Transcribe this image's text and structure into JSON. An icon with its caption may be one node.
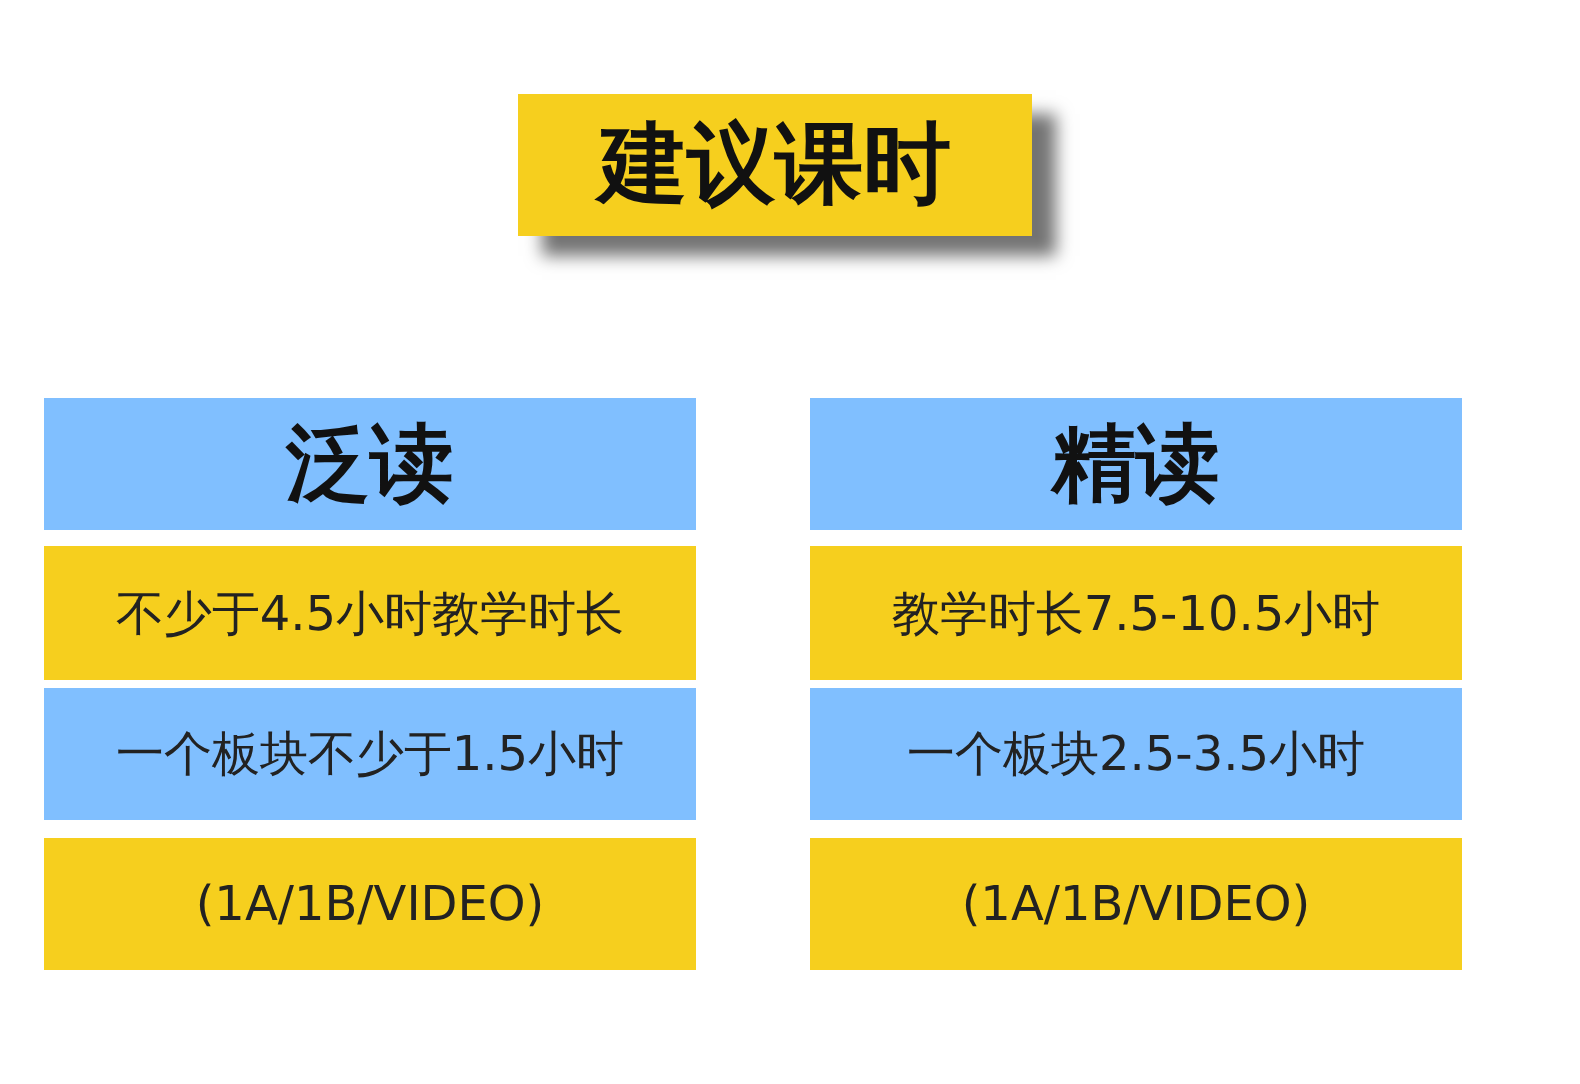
{
  "diagram": {
    "title": "建议课时",
    "nodes": [
      {
        "text": [
          "泛读"
        ]
      },
      {
        "text": [
          "不少于4.5小时教学时长"
        ]
      },
      {
        "text": [
          "一个板块不少于1.5小时"
        ]
      },
      {
        "text": [
          "(1A/1B/VIDEO)"
        ]
      },
      {
        "text": [
          "精读"
        ]
      },
      {
        "text": [
          "教学时长7.5-10.5小时"
        ]
      },
      {
        "text": [
          "一个板块2.5-3.5小时"
        ]
      },
      {
        "text": [
          "(1A/1B/VIDEO)"
        ]
      }
    ]
  }
}
